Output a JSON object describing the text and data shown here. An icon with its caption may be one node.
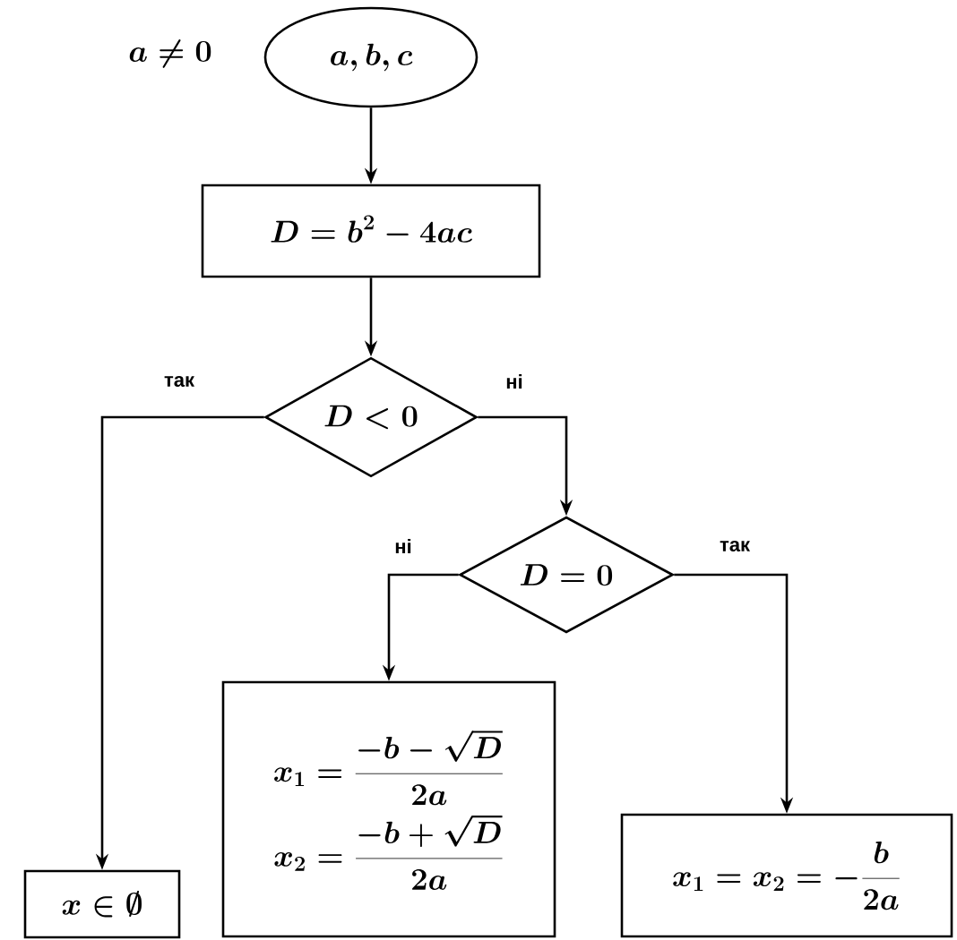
{
  "diagram": {
    "nodes": [
      {
        "text": [
          "a, b, c"
        ],
        "beside": [
          "a \\neq 0"
        ]
      },
      {
        "text": [
          "D = b^{2} - 4ac"
        ]
      },
      {
        "text": [
          "D < 0"
        ]
      },
      {
        "text": [
          "D = 0"
        ]
      },
      {
        "text": [
          "x \\in \\emptyset"
        ]
      },
      {
        "text": [
          "x_{1} = \\frac{-b - \\sqrt{D}}{2a}",
          "x_{2} = \\frac{-b + \\sqrt{D}}{2a}"
        ]
      },
      {
        "text": [
          "x_{1} = x_{2} = -\\frac{b}{2a}"
        ]
      }
    ],
    "edges": [
      {
        "from": 0,
        "to": 1,
        "arrow": "to"
      },
      {
        "from": 1,
        "to": 2,
        "arrow": "to"
      },
      {
        "from": 2,
        "to": 4,
        "arrow": "to",
        "label": "так"
      },
      {
        "from": 2,
        "to": 3,
        "arrow": "to",
        "label": "ні"
      },
      {
        "from": 3,
        "to": 5,
        "arrow": "to",
        "label": "ні"
      },
      {
        "from": 3,
        "to": 6,
        "arrow": "to",
        "label": "так"
      }
    ]
  }
}
